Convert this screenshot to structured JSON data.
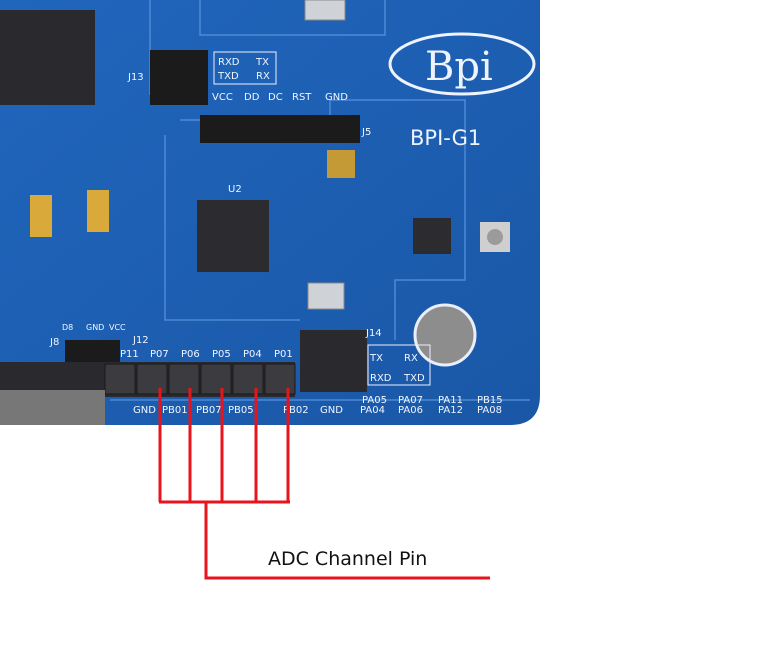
{
  "board": {
    "logo": "Bpi",
    "model": "BPI-G1",
    "connectors": {
      "j13": "J13",
      "j12": "J12",
      "j14": "J14",
      "j5": "J5",
      "j8": "J8",
      "u2": "U2"
    },
    "j13_labels": {
      "rxd": "RXD",
      "txd": "TXD",
      "tx": "TX",
      "rx": "RX"
    },
    "debug_labels": [
      "VCC",
      "DD",
      "DC",
      "RST",
      "GND"
    ],
    "j8_labels": [
      "D8",
      "GND",
      "VCC"
    ],
    "j12_top": [
      "P11",
      "P07",
      "P06",
      "P05",
      "P04",
      "P01"
    ],
    "j12_bottom": [
      "GND",
      "PB01",
      "PB07",
      "PB05",
      "PB02",
      "GND"
    ],
    "j14_top": [
      "TX",
      "RX"
    ],
    "j14_bottom": [
      "RXD",
      "TXD"
    ],
    "pa_top": [
      "PA05",
      "PA07",
      "PA11",
      "PB15"
    ],
    "pa_bottom": [
      "PA04",
      "PA06",
      "PA12",
      "PA08"
    ]
  },
  "annotation": {
    "label": "ADC Channel Pin",
    "color": "#e8141c"
  },
  "colors": {
    "pcb": "#1d5fb0",
    "pcb_dark": "#174f96"
  }
}
